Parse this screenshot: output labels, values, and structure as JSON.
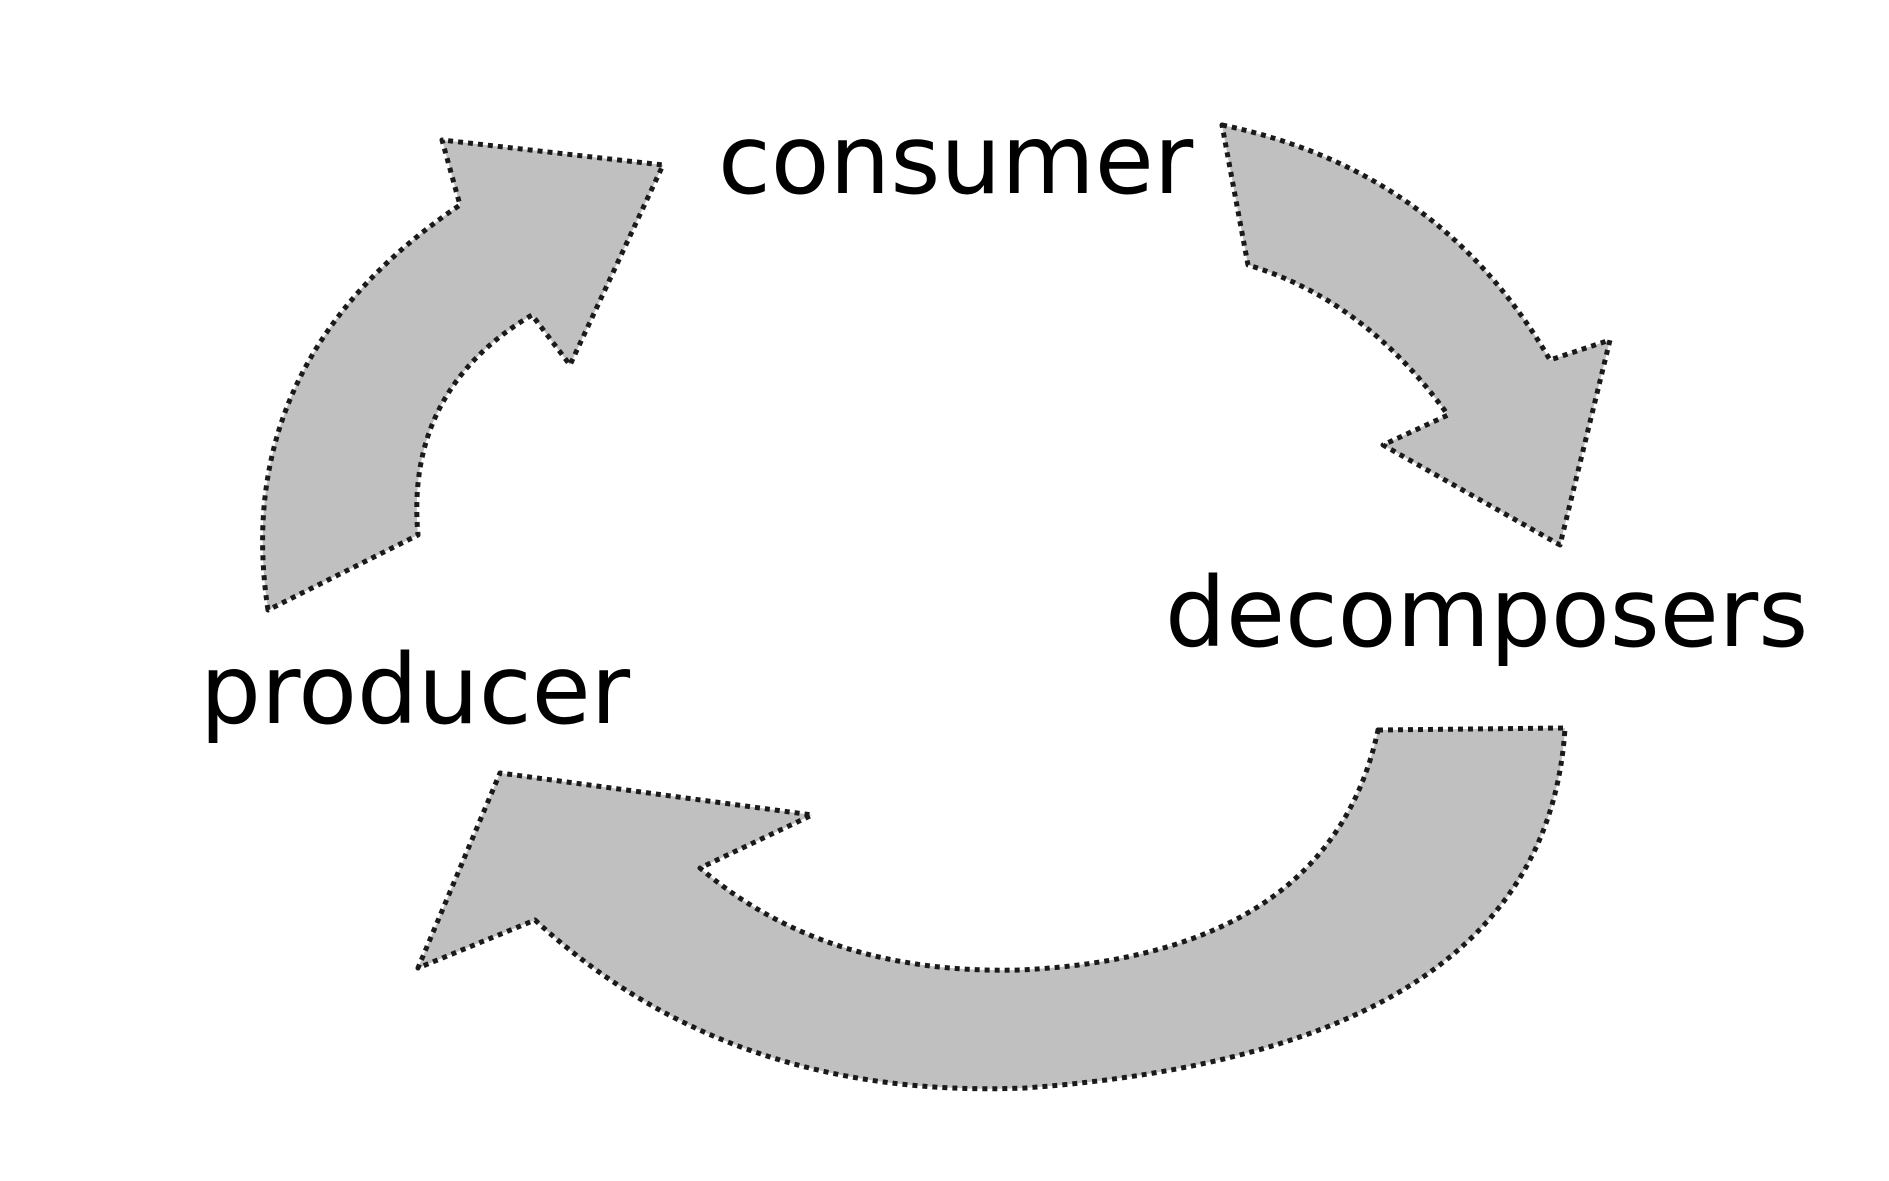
{
  "labels": {
    "consumer": "consumer",
    "decomposers": "decomposers",
    "producer": "producer"
  },
  "colors": {
    "arrow_fill": "#c0c0c0",
    "arrow_outline": "#1a1a1a",
    "text": "#000000",
    "background": "#ffffff"
  },
  "flow": [
    {
      "from": "producer",
      "to": "consumer"
    },
    {
      "from": "consumer",
      "to": "decomposers"
    },
    {
      "from": "decomposers",
      "to": "producer"
    }
  ]
}
